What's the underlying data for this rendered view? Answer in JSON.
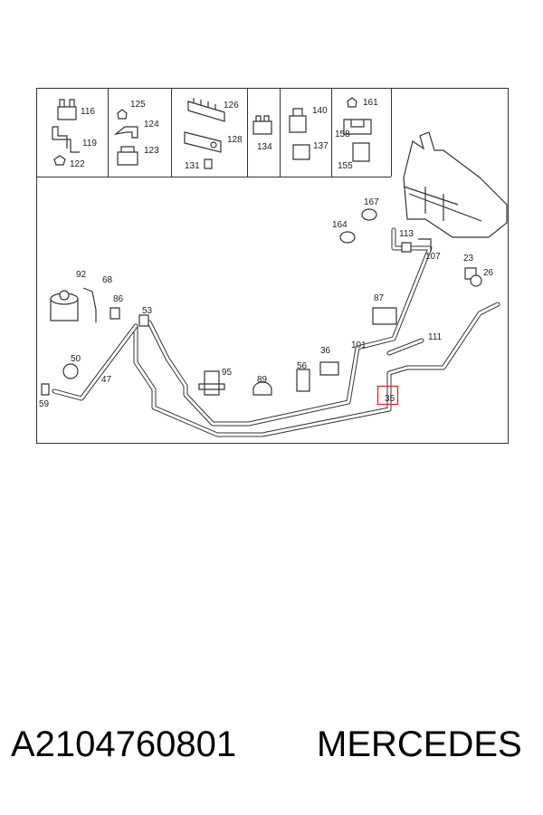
{
  "diagram": {
    "labels": {
      "l116": "116",
      "l119": "119",
      "l122": "122",
      "l125": "125",
      "l124": "124",
      "l123": "123",
      "l126": "126",
      "l128": "128",
      "l131": "131",
      "l134": "134",
      "l140": "140",
      "l137": "137",
      "l161": "161",
      "l158": "158",
      "l155": "155",
      "l167": "167",
      "l164": "164",
      "l113": "113",
      "l107": "107",
      "l23": "23",
      "l26": "26",
      "l92": "92",
      "l68": "68",
      "l86": "86",
      "l53": "53",
      "l87": "87",
      "l111": "111",
      "l101": "101",
      "l36": "36",
      "l56": "56",
      "l95": "95",
      "l89": "89",
      "l50": "50",
      "l47": "47",
      "l59": "59",
      "l35": "35"
    },
    "highlight_color": "#e02020"
  },
  "footer": {
    "part_number": "A2104760801",
    "brand": "MERCEDES"
  }
}
